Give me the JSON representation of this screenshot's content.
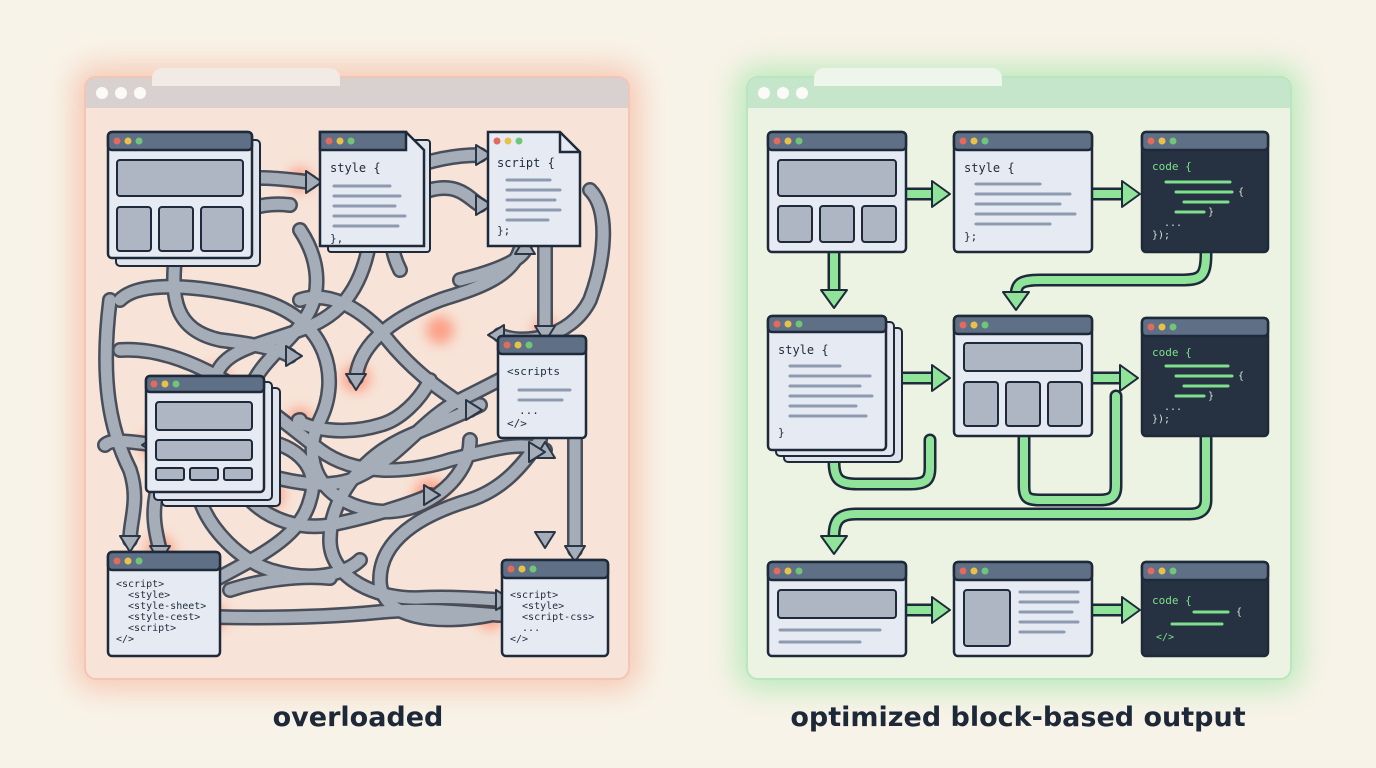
{
  "left_panel": {
    "caption": "overloaded",
    "style_header": "style {",
    "style_footer": "},",
    "script_header": "script {",
    "script_footer": "};",
    "scripts_box": [
      "<scripts",
      "...",
      "</>"
    ],
    "bottom_left_box": [
      "<script>",
      "  <style>",
      "  <style-sheet>",
      "  <style-cest>",
      "  <script>",
      "</>"
    ],
    "bottom_right_box": [
      "<script>",
      "  <style>",
      "  <script-css>",
      "  ...",
      "</>"
    ]
  },
  "right_panel": {
    "caption": "optimized block-based output",
    "row1_style": [
      "style {",
      "};"
    ],
    "row1_code": [
      "code {",
      "{",
      "}",
      "...",
      "});"
    ],
    "row2_style": [
      "style {",
      "}"
    ],
    "row2_code": [
      "code {",
      "{",
      "}",
      "...",
      "});"
    ],
    "row3_code": [
      "code {",
      "{",
      "</>"
    ]
  },
  "colors": {
    "frame": "#1e2a3a",
    "window_fill": "#e6ebf3",
    "title_fill": "#5f6f86",
    "dark_code_fill": "#263142",
    "gray_arrow": "#8e98a4",
    "red_glow": "#ff5f3a",
    "green_arrow": "#8fe49a",
    "green_text": "#7ee08c",
    "traffic_red": "#e36a5c",
    "traffic_yellow": "#e6c24d",
    "traffic_green": "#6fc679"
  }
}
